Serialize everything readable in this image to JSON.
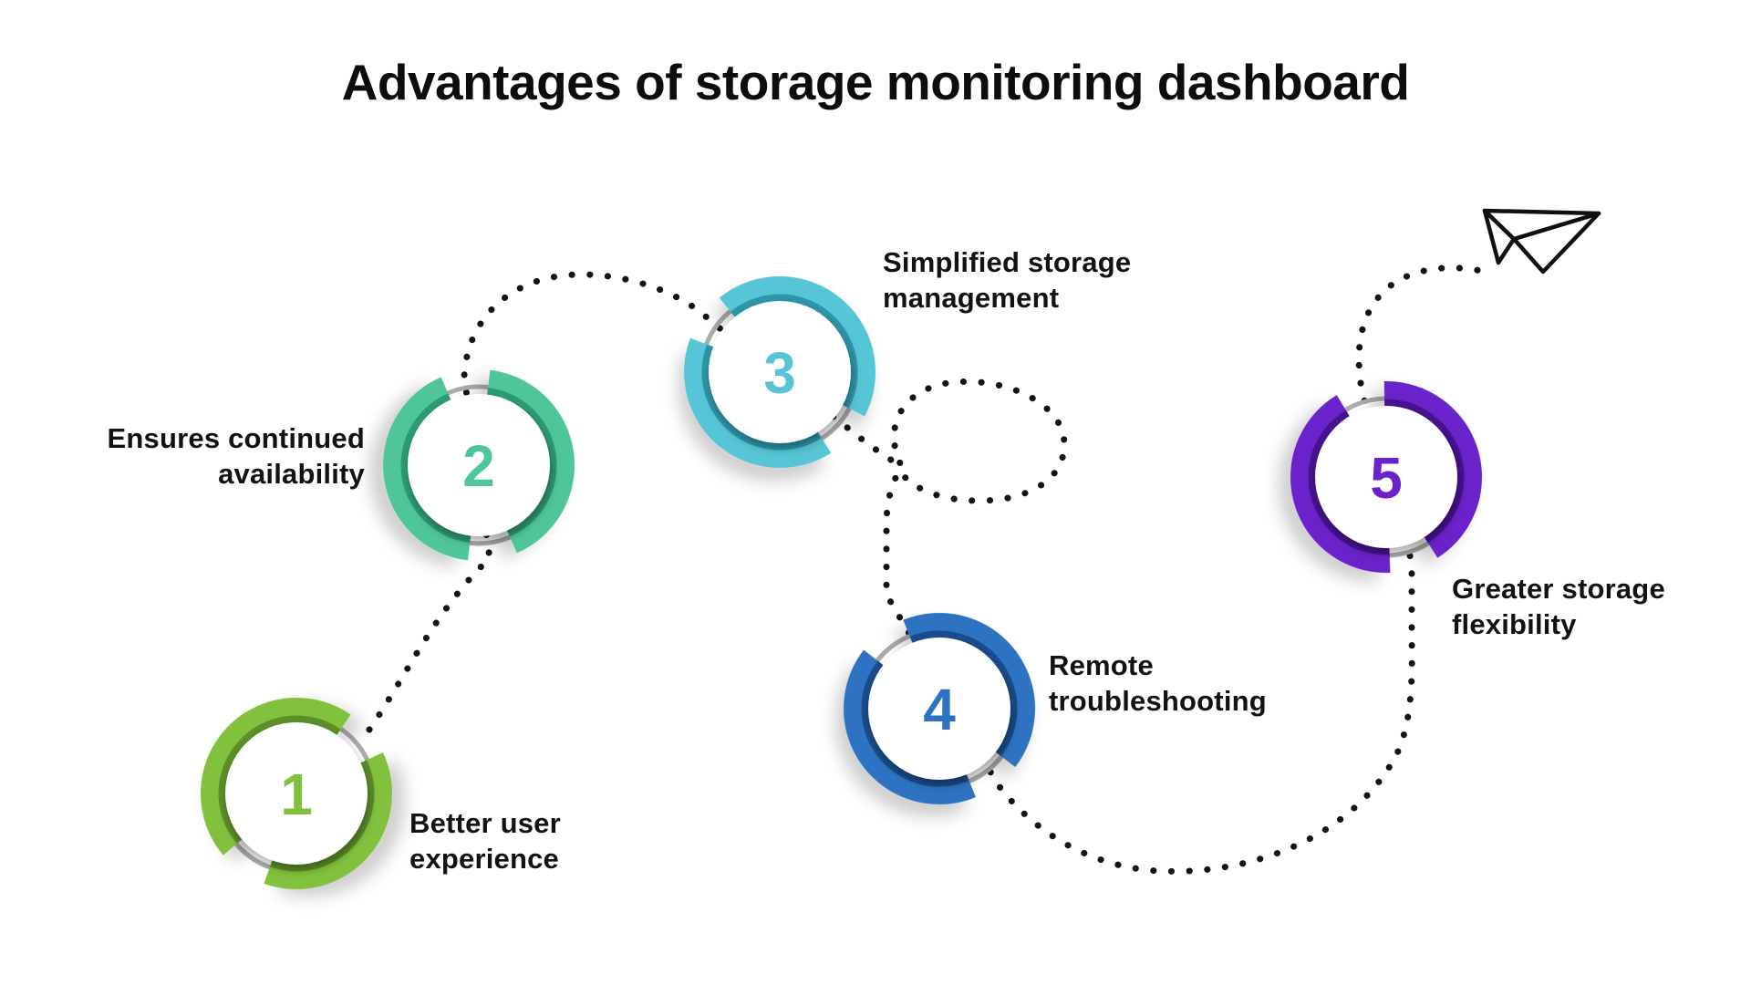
{
  "title": "Advantages of storage monitoring dashboard",
  "steps": [
    {
      "number": "1",
      "lines": [
        "Better user",
        "experience"
      ],
      "color": "#82C13C",
      "dark": "#5D8F28"
    },
    {
      "number": "2",
      "lines": [
        "Ensures continued",
        "availability"
      ],
      "color": "#4FC698",
      "dark": "#2E9B74"
    },
    {
      "number": "3",
      "lines": [
        "Simplified storage",
        "management"
      ],
      "color": "#57C5D5",
      "dark": "#2D96A9"
    },
    {
      "number": "4",
      "lines": [
        "Remote",
        "troubleshooting"
      ],
      "color": "#2E73C2",
      "dark": "#1A4C8C"
    },
    {
      "number": "5",
      "lines": [
        "Greater storage",
        "flexibility"
      ],
      "color": "#6A22CA",
      "dark": "#47128F"
    }
  ],
  "flow": {
    "style": "dotted",
    "color": "#141414"
  },
  "plane": {
    "icon": "paper-plane",
    "stroke": "#101010"
  }
}
